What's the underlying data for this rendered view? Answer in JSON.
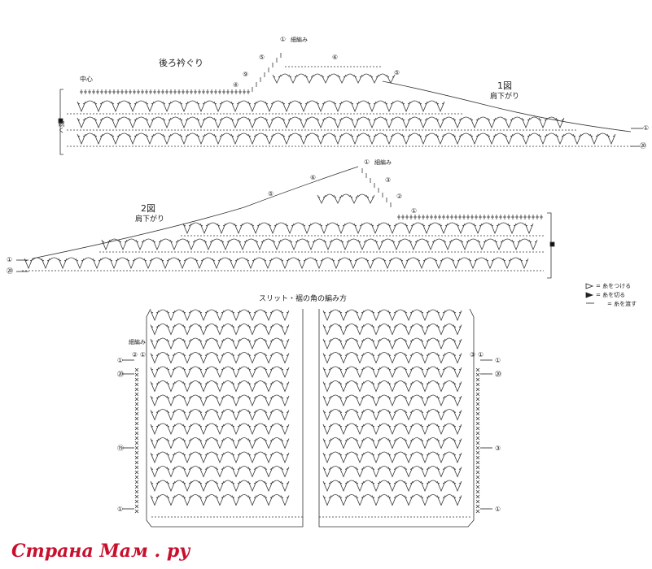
{
  "diagram1": {
    "title": "後ろ衿ぐり",
    "center": "中心",
    "fig": "1図",
    "shoulder": "肩下がり",
    "cont": "続く",
    "dec": "細編み"
  },
  "diagram2": {
    "fig": "2図",
    "shoulder": "肩下がり",
    "dec": "細編み"
  },
  "diagram3": {
    "title": "スリット・裾の角の編み方",
    "dec": "細編み"
  },
  "legend": {
    "attach": "= 糸をつける",
    "cut": "= 糸を切る",
    "turn": "= 糸を渡す"
  },
  "rows": {
    "r1": "①",
    "r2": "②",
    "r3": "③",
    "r4": "④",
    "r5": "⑤",
    "r6": "⑥",
    "r9": "⑨",
    "r15": "⑮",
    "r29": "⑳"
  },
  "watermark": "Страна Мам . ру",
  "colors": {
    "ink": "#222222",
    "watermark": "#c8102e"
  }
}
